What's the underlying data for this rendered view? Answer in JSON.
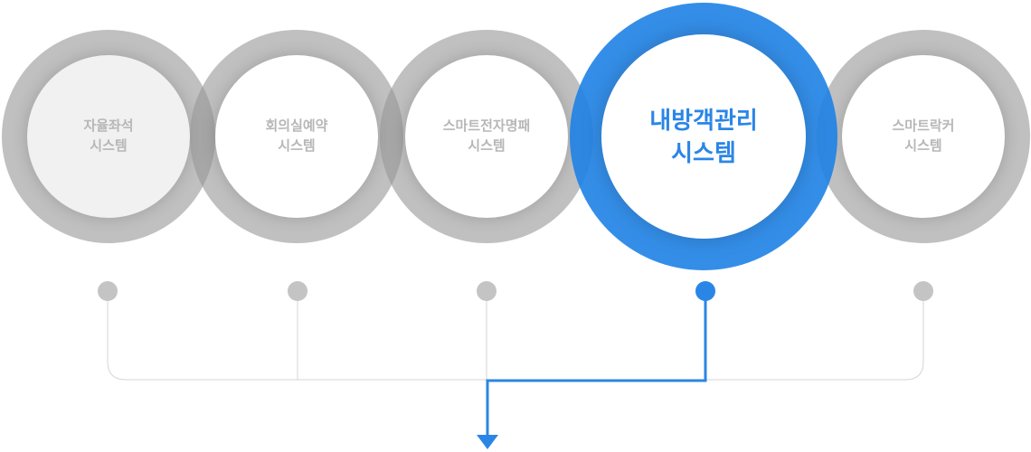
{
  "systems": [
    {
      "line1": "자율좌석",
      "line2": "시스템",
      "active": false
    },
    {
      "line1": "회의실예약",
      "line2": "시스템",
      "active": false
    },
    {
      "line1": "스마트전자명패",
      "line2": "시스템",
      "active": false
    },
    {
      "line1": "내방객관리",
      "line2": "시스템",
      "active": true
    },
    {
      "line1": "스마트락커",
      "line2": "시스템",
      "active": false
    }
  ],
  "colors": {
    "active": "#2a86e6",
    "inactive_ring": "#a9a9a9",
    "inactive_text": "#b7b7b7",
    "connector": "#d6d6d6",
    "dot": "#c4c4c4"
  }
}
